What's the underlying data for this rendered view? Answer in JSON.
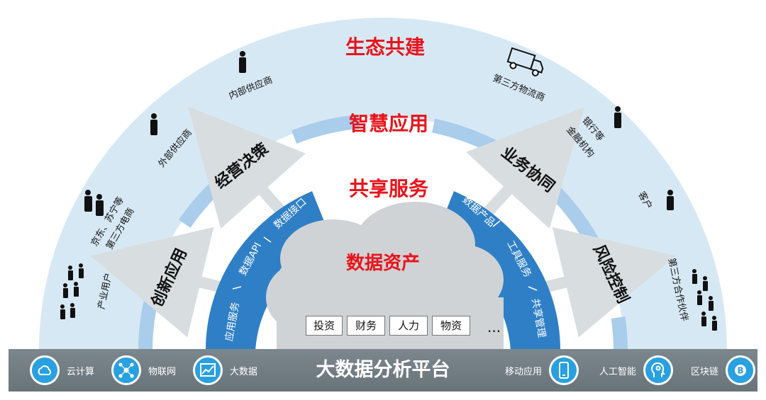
{
  "rings": {
    "outer_title": "生态共建",
    "middle_title": "智慧应用",
    "inner_title": "共享服务",
    "core_title": "数据资产"
  },
  "ecosystem": {
    "internal_supplier": "内部供应商",
    "external_supplier": "外部供应商",
    "ecommerce": [
      "京东、苏宁等",
      "第三方电商"
    ],
    "industry_users": "产业用户",
    "logistics": "第三方物流商",
    "finance": [
      "银行等",
      "金融机构"
    ],
    "customer": "客户",
    "partners": "第三方合作伙伴"
  },
  "smart_apps": {
    "decision": "经营决策",
    "collaboration": "业务协同",
    "innovation": "创新应用",
    "risk": "风险控制"
  },
  "shared_services": {
    "left": [
      "应用服务",
      "数据API",
      "数据接口"
    ],
    "right": [
      "数据产品",
      "工具服务",
      "共享管理"
    ]
  },
  "data_assets": {
    "chips": [
      "投资",
      "财务",
      "人力",
      "物资"
    ],
    "more": "..."
  },
  "platform": {
    "title": "大数据分析平台",
    "left_items": [
      {
        "label": "云计算",
        "icon": "cloud-icon"
      },
      {
        "label": "物联网",
        "icon": "network-icon"
      },
      {
        "label": "大数据",
        "icon": "chart-icon"
      }
    ],
    "right_items": [
      {
        "label": "移动应用",
        "icon": "mobile-icon"
      },
      {
        "label": "人工智能",
        "icon": "ai-head-icon"
      },
      {
        "label": "区块链",
        "icon": "blockchain-icon"
      }
    ]
  },
  "colors": {
    "outer_ring": "#d7e8f5",
    "dash_ring": "#a9cdea",
    "service_ring": "#2f7fc6",
    "accent_red": "#e8141b",
    "bar": "#707b81",
    "icon_blue": "#29a0e0"
  }
}
